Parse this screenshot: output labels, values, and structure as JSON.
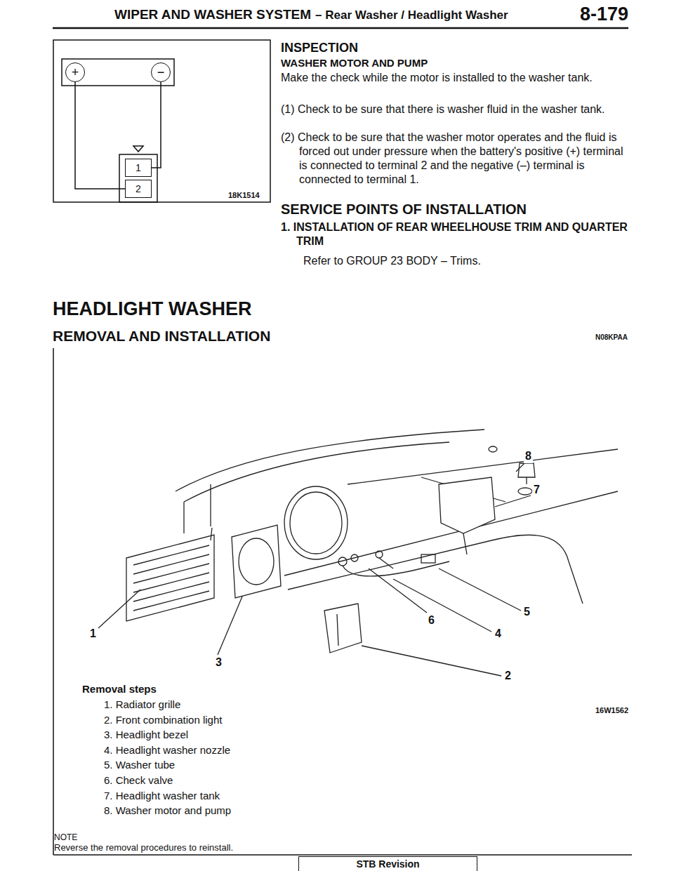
{
  "diagram": {
    "nodes": [
      {
        "text": [
          "+"
        ]
      },
      {
        "text": [
          "−"
        ]
      },
      {
        "text": [
          "1"
        ]
      },
      {
        "text": [
          "2"
        ]
      },
      {
        "text": [
          "STB Revision"
        ]
      }
    ],
    "edges": [
      {
        "from": 0,
        "to": 3,
        "arrow": "none"
      },
      {
        "from": 1,
        "to": 2,
        "arrow": "none"
      }
    ],
    "labels": [
      "WIPER AND WASHER SYSTEM",
      "– Rear Washer / Headlight Washer",
      "8-179",
      "18K1514",
      "INSPECTION",
      "WASHER MOTOR AND PUMP",
      "Make the check while the motor is installed to the washer tank.",
      "(1) Check to be sure that there is washer fluid in the washer tank.",
      "(2) Check to be sure that the washer motor operates and the fluid is forced out under pressure when the battery's positive (+) terminal is connected to terminal 2 and the negative (–) terminal is connected to terminal 1.",
      "SERVICE POINTS OF INSTALLATION",
      "1. INSTALLATION OF REAR WHEELHOUSE TRIM AND QUARTER TRIM",
      "Refer to GROUP 23 BODY – Trims.",
      "HEADLIGHT WASHER",
      "REMOVAL AND INSTALLATION",
      "N08KPAA",
      "8",
      "7",
      "1",
      "5",
      "4",
      "6",
      "3",
      "2",
      "Removal steps",
      "1. Radiator grille",
      "2. Front combination light",
      "3. Headlight bezel",
      "4. Headlight washer nozzle",
      "5. Washer tube",
      "6. Check valve",
      "7. Headlight washer tank",
      "8. Washer motor and pump",
      "16W1562",
      "NOTE",
      "Reverse the removal procedures to reinstall."
    ]
  }
}
